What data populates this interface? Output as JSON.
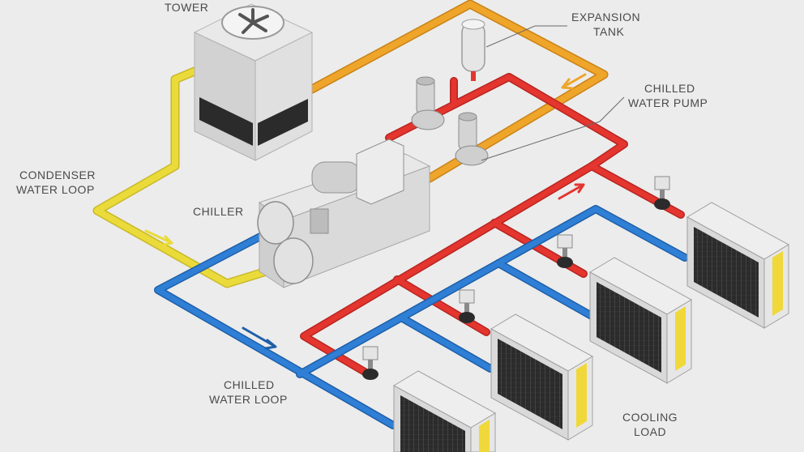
{
  "labels": {
    "tower": "TOWER",
    "expansion_tank_1": "EXPANSION",
    "expansion_tank_2": "TANK",
    "chilled_water_pump_1": "CHILLED",
    "chilled_water_pump_2": "WATER PUMP",
    "condenser_loop_1": "CONDENSER",
    "condenser_loop_2": "WATER LOOP",
    "chiller": "CHILLER",
    "chilled_loop_1": "CHILLED",
    "chilled_loop_2": "WATER LOOP",
    "cooling_load_1": "COOLING",
    "cooling_load_2": "LOAD"
  },
  "colors": {
    "supply_red": "#e4352f",
    "return_blue": "#2f7fd6",
    "condenser_yellow": "#eadb3a",
    "condenser_orange": "#efa52a",
    "equipment_gray": "#d6d6d6",
    "coil_black": "#2b2b2b"
  }
}
